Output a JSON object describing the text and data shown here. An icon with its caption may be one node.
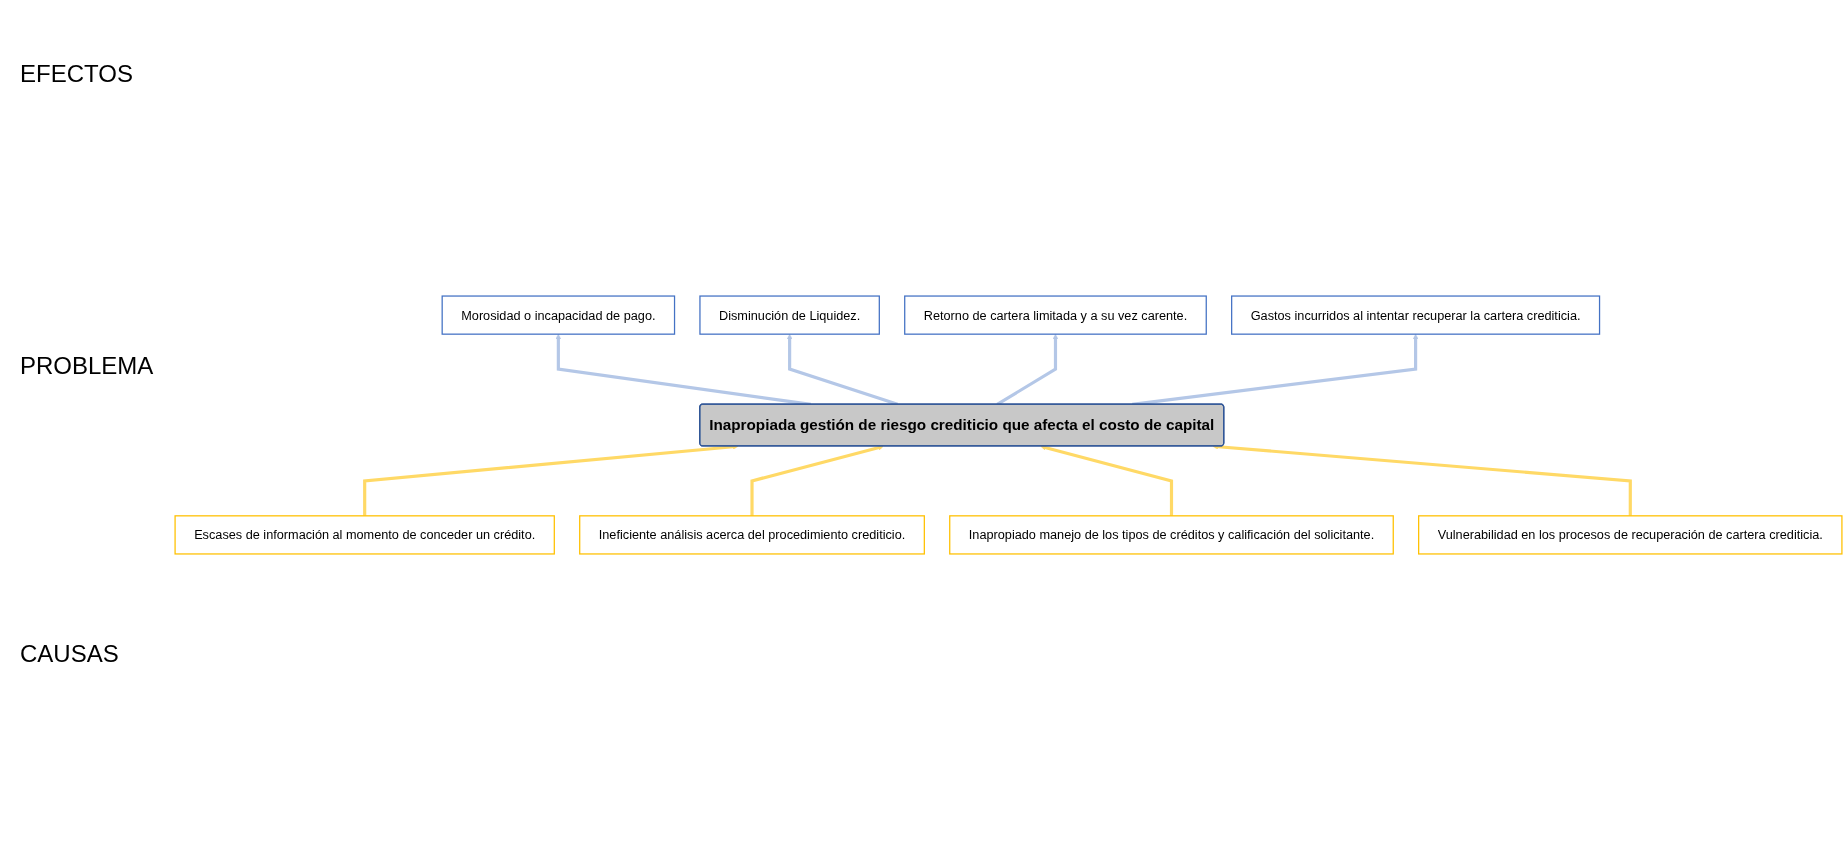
{
  "diagram": {
    "nodes": [
      {
        "text": [
          "Morosidad o incapacidad de pago."
        ]
      },
      {
        "text": [
          "Disminución de Liquidez."
        ]
      },
      {
        "text": [
          "Retorno de cartera limitada y a su vez carente."
        ]
      },
      {
        "text": [
          "Gastos incurridos al intentar recuperar la cartera crediticia."
        ]
      },
      {
        "text": [
          "Inapropiada gestión de riesgo crediticio que afecta el costo de capital"
        ]
      },
      {
        "text": [
          "Escases de información al momento de conceder un crédito."
        ]
      },
      {
        "text": [
          "Ineficiente análisis acerca del procedimiento crediticio."
        ]
      },
      {
        "text": [
          "Inapropiado manejo de los tipos de créditos y calificación del solicitante."
        ]
      },
      {
        "text": [
          "Vulnerabilidad en los procesos de recuperación de cartera crediticia."
        ]
      }
    ],
    "edges": [
      {
        "from": 5,
        "to": 4,
        "arrow": "to",
        "color": "#ffd966"
      },
      {
        "from": 6,
        "to": 4,
        "arrow": "to",
        "color": "#ffd966"
      },
      {
        "from": 7,
        "to": 4,
        "arrow": "to",
        "color": "#ffd966"
      },
      {
        "from": 8,
        "to": 4,
        "arrow": "to",
        "color": "#ffd966"
      },
      {
        "from": 4,
        "to": 0,
        "arrow": "to",
        "color": "#b4c7e7"
      },
      {
        "from": 4,
        "to": 1,
        "arrow": "to",
        "color": "#b4c7e7"
      },
      {
        "from": 4,
        "to": 2,
        "arrow": "to",
        "color": "#b4c7e7"
      },
      {
        "from": 4,
        "to": 3,
        "arrow": "to",
        "color": "#b4c7e7"
      }
    ],
    "labels": [
      "EFECTOS",
      "PROBLEMA",
      "CAUSAS"
    ]
  }
}
